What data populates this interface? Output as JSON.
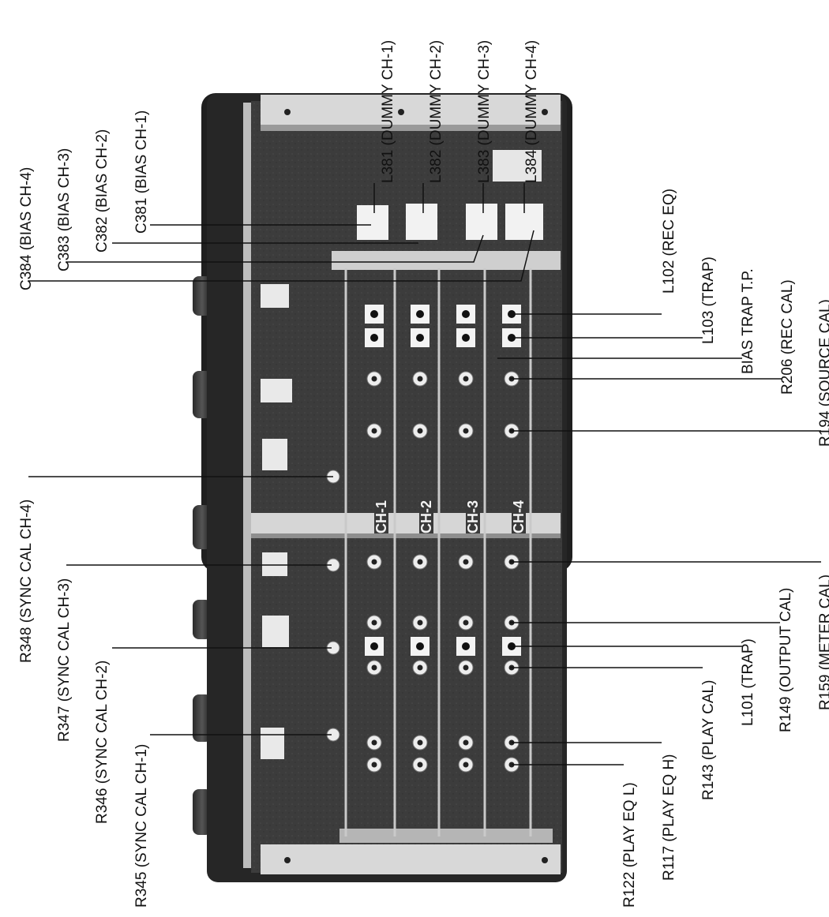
{
  "diagram": {
    "channel_labels": [
      "CH-1",
      "CH-2",
      "CH-3",
      "CH-4"
    ],
    "callouts": {
      "top": [
        "L381 (DUMMY CH-1)",
        "L382 (DUMMY CH-2)",
        "L383 (DUMMY CH-3)",
        "L384 (DUMMY CH-4)"
      ],
      "left": [
        "C384 (BIAS CH-4)",
        "C383 (BIAS CH-3)",
        "C382 (BIAS CH-2)",
        "C381 (BIAS CH-1)",
        "R348 (SYNC CAL CH-4)",
        "R347 (SYNC CAL CH-3)",
        "R346 (SYNC CAL CH-2)",
        "R345 (SYNC CAL CH-1)"
      ],
      "right": [
        "L102 (REC EQ)",
        "L103 (TRAP)",
        "BIAS TRAP T.P.",
        "R206 (REC CAL)",
        "R194 (SOURCE CAL)",
        "R159 (METER CAL)",
        "R149 (OUTPUT CAL)",
        "L101 (TRAP)",
        "R143 (PLAY CAL)",
        "R117 (PLAY EQ H)",
        "R122 (PLAY EQ L)"
      ]
    }
  }
}
